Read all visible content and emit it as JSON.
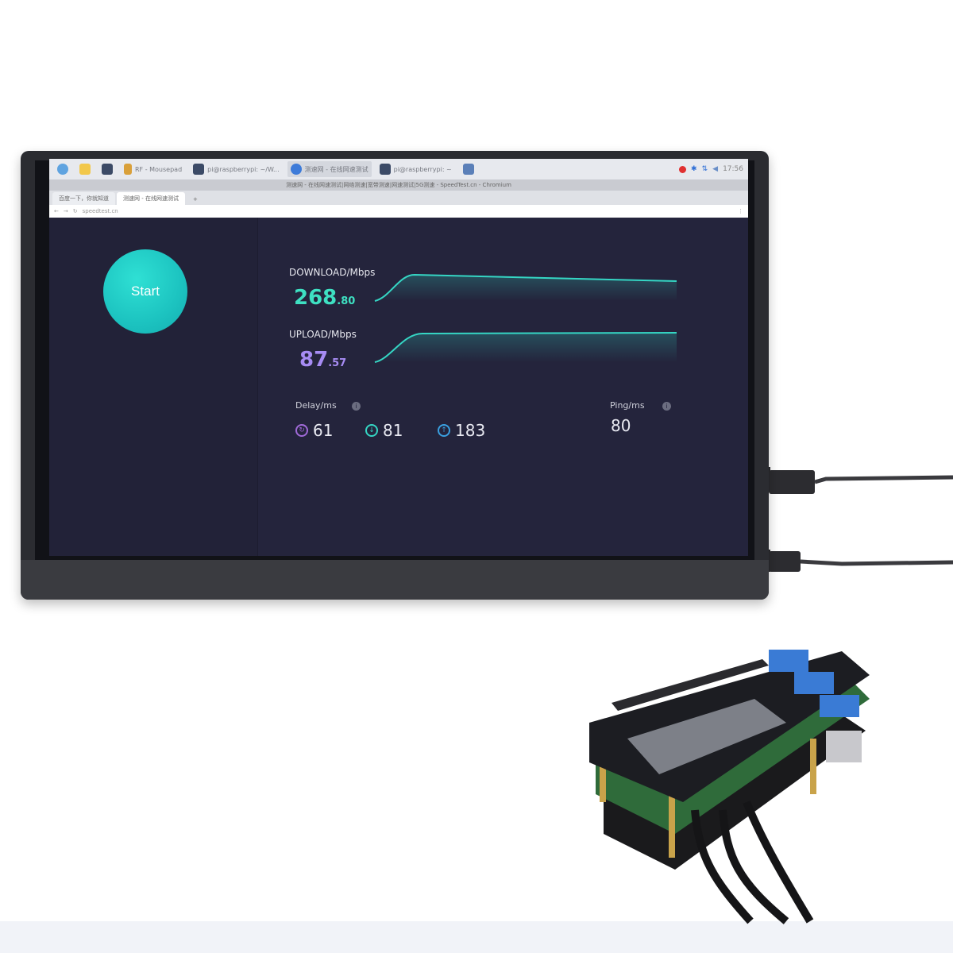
{
  "taskbar": {
    "items": [
      {
        "label": "",
        "icon": "raspberry-menu-icon"
      },
      {
        "label": "",
        "icon": "folder-icon"
      },
      {
        "label": "",
        "icon": "terminal-icon"
      },
      {
        "label": "RF - Mousepad",
        "icon": "editor-icon"
      },
      {
        "label": "pi@raspberrypi: ~/W...",
        "icon": "terminal-icon"
      },
      {
        "label": "测速网 - 在线网速测试",
        "icon": "chromium-icon"
      },
      {
        "label": "pi@raspberrypi: ~",
        "icon": "terminal-icon"
      },
      {
        "label": "",
        "icon": "window-icon"
      }
    ],
    "tray_time": "17:56"
  },
  "browser": {
    "title": "测速网 - 在线网速测试|网络测速|宽带测速|网速测试|5G测速 - SpeedTest.cn - Chromium",
    "tabs": [
      "百度一下，你就知道",
      "测速网 - 在线网速测试"
    ],
    "tab_add": "+",
    "url": "speedtest.cn"
  },
  "speedtest": {
    "start_label": "Start",
    "download_label": "DOWNLOAD/Mbps",
    "download_int": "268",
    "download_dec": ".80",
    "upload_label": "UPLOAD/Mbps",
    "upload_int": "87",
    "upload_dec": ".57",
    "delay_label": "Delay/ms",
    "delay_values": [
      "61",
      "81",
      "183"
    ],
    "ping_label": "Ping/ms",
    "ping_value": "80",
    "colors": {
      "download": "#3ee0c2",
      "upload": "#a78cf4",
      "start": "#1cc3c0",
      "background": "#24243c"
    }
  }
}
